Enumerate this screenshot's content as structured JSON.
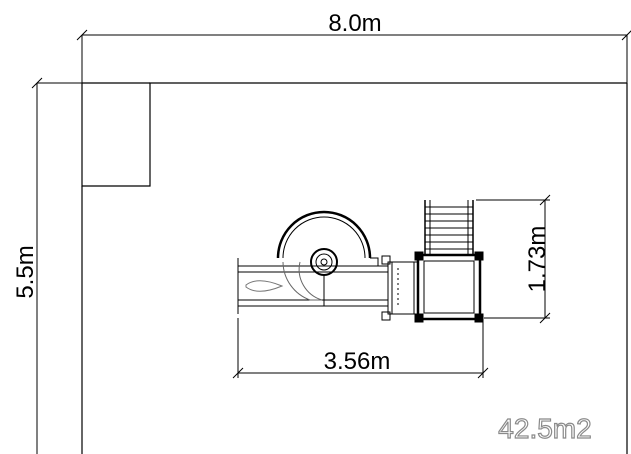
{
  "dimensions": {
    "overall_width": "8.0m",
    "overall_depth": "5.5m",
    "equipment_width": "3.56m",
    "equipment_depth": "1.73m"
  },
  "area_label": "42.5m2"
}
